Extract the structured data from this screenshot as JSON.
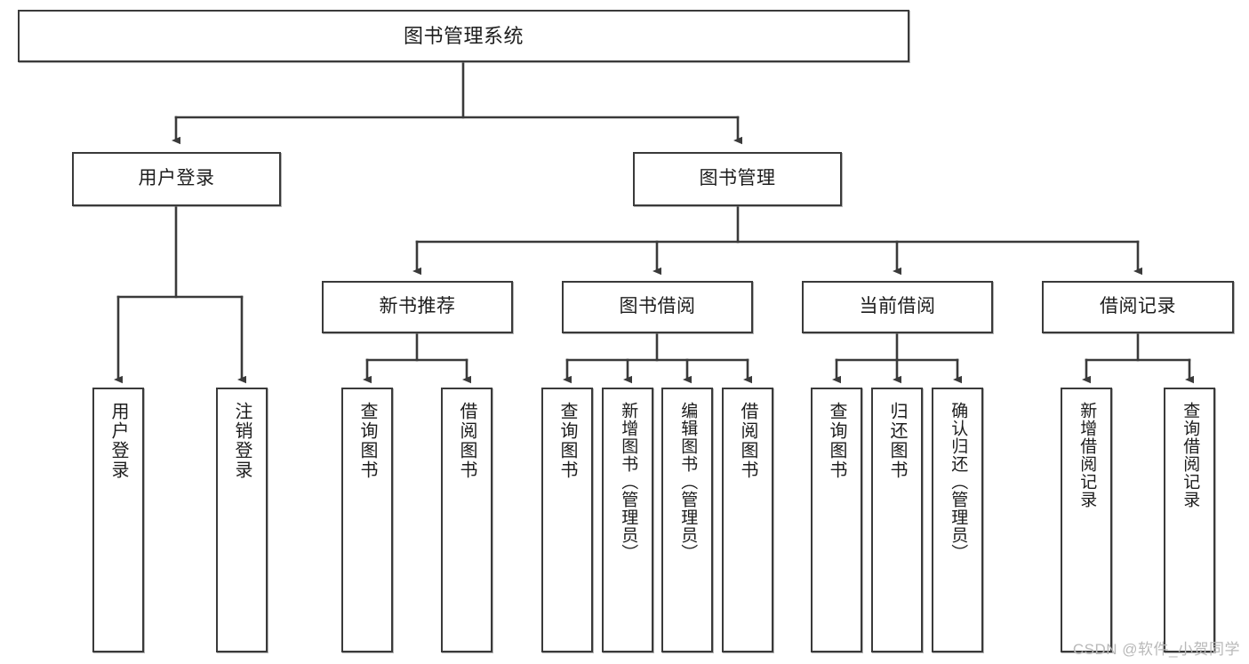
{
  "diagram": {
    "title": "图书管理系统",
    "type": "hierarchy-tree",
    "watermark": "CSDN @软件_小贺同学",
    "colors": {
      "box_border": "#3a3a3a",
      "box_fill": "#ffffff",
      "connector": "#3a3a3a",
      "text": "#1d1d1d",
      "watermark": "#b9b9b9"
    },
    "levels": {
      "root": "图书管理系统",
      "level2": [
        "用户登录",
        "图书管理"
      ],
      "level3": [
        "新书推荐",
        "图书借阅",
        "当前借阅",
        "借阅记录"
      ]
    },
    "nodes": {
      "root": {
        "label": "图书管理系统",
        "orientation": "horizontal"
      },
      "user_login": {
        "label": "用户登录",
        "orientation": "horizontal"
      },
      "book_manage": {
        "label": "图书管理",
        "orientation": "horizontal"
      },
      "new_book_rec": {
        "label": "新书推荐",
        "orientation": "horizontal"
      },
      "book_borrow": {
        "label": "图书借阅",
        "orientation": "horizontal"
      },
      "current_borrow": {
        "label": "当前借阅",
        "orientation": "horizontal"
      },
      "borrow_record": {
        "label": "借阅记录",
        "orientation": "horizontal"
      },
      "leaf_user_login": {
        "label": "用户登录",
        "orientation": "vertical"
      },
      "leaf_logout": {
        "label": "注销登录",
        "orientation": "vertical"
      },
      "leaf_query_book_1": {
        "label": "查询图书",
        "orientation": "vertical"
      },
      "leaf_borrow_book_1": {
        "label": "借阅图书",
        "orientation": "vertical"
      },
      "leaf_query_book_2": {
        "label": "查询图书",
        "orientation": "vertical"
      },
      "leaf_add_book": {
        "label": "新增图书（管理员）",
        "orientation": "vertical"
      },
      "leaf_edit_book": {
        "label": "编辑图书（管理员）",
        "orientation": "vertical"
      },
      "leaf_borrow_book_2": {
        "label": "借阅图书",
        "orientation": "vertical"
      },
      "leaf_query_book_3": {
        "label": "查询图书",
        "orientation": "vertical"
      },
      "leaf_return_book": {
        "label": "归还图书",
        "orientation": "vertical"
      },
      "leaf_confirm_return": {
        "label": "确认归还（管理员）",
        "orientation": "vertical"
      },
      "leaf_add_record": {
        "label": "新增借阅记录",
        "orientation": "vertical"
      },
      "leaf_query_record": {
        "label": "查询借阅记录",
        "orientation": "vertical"
      }
    }
  }
}
